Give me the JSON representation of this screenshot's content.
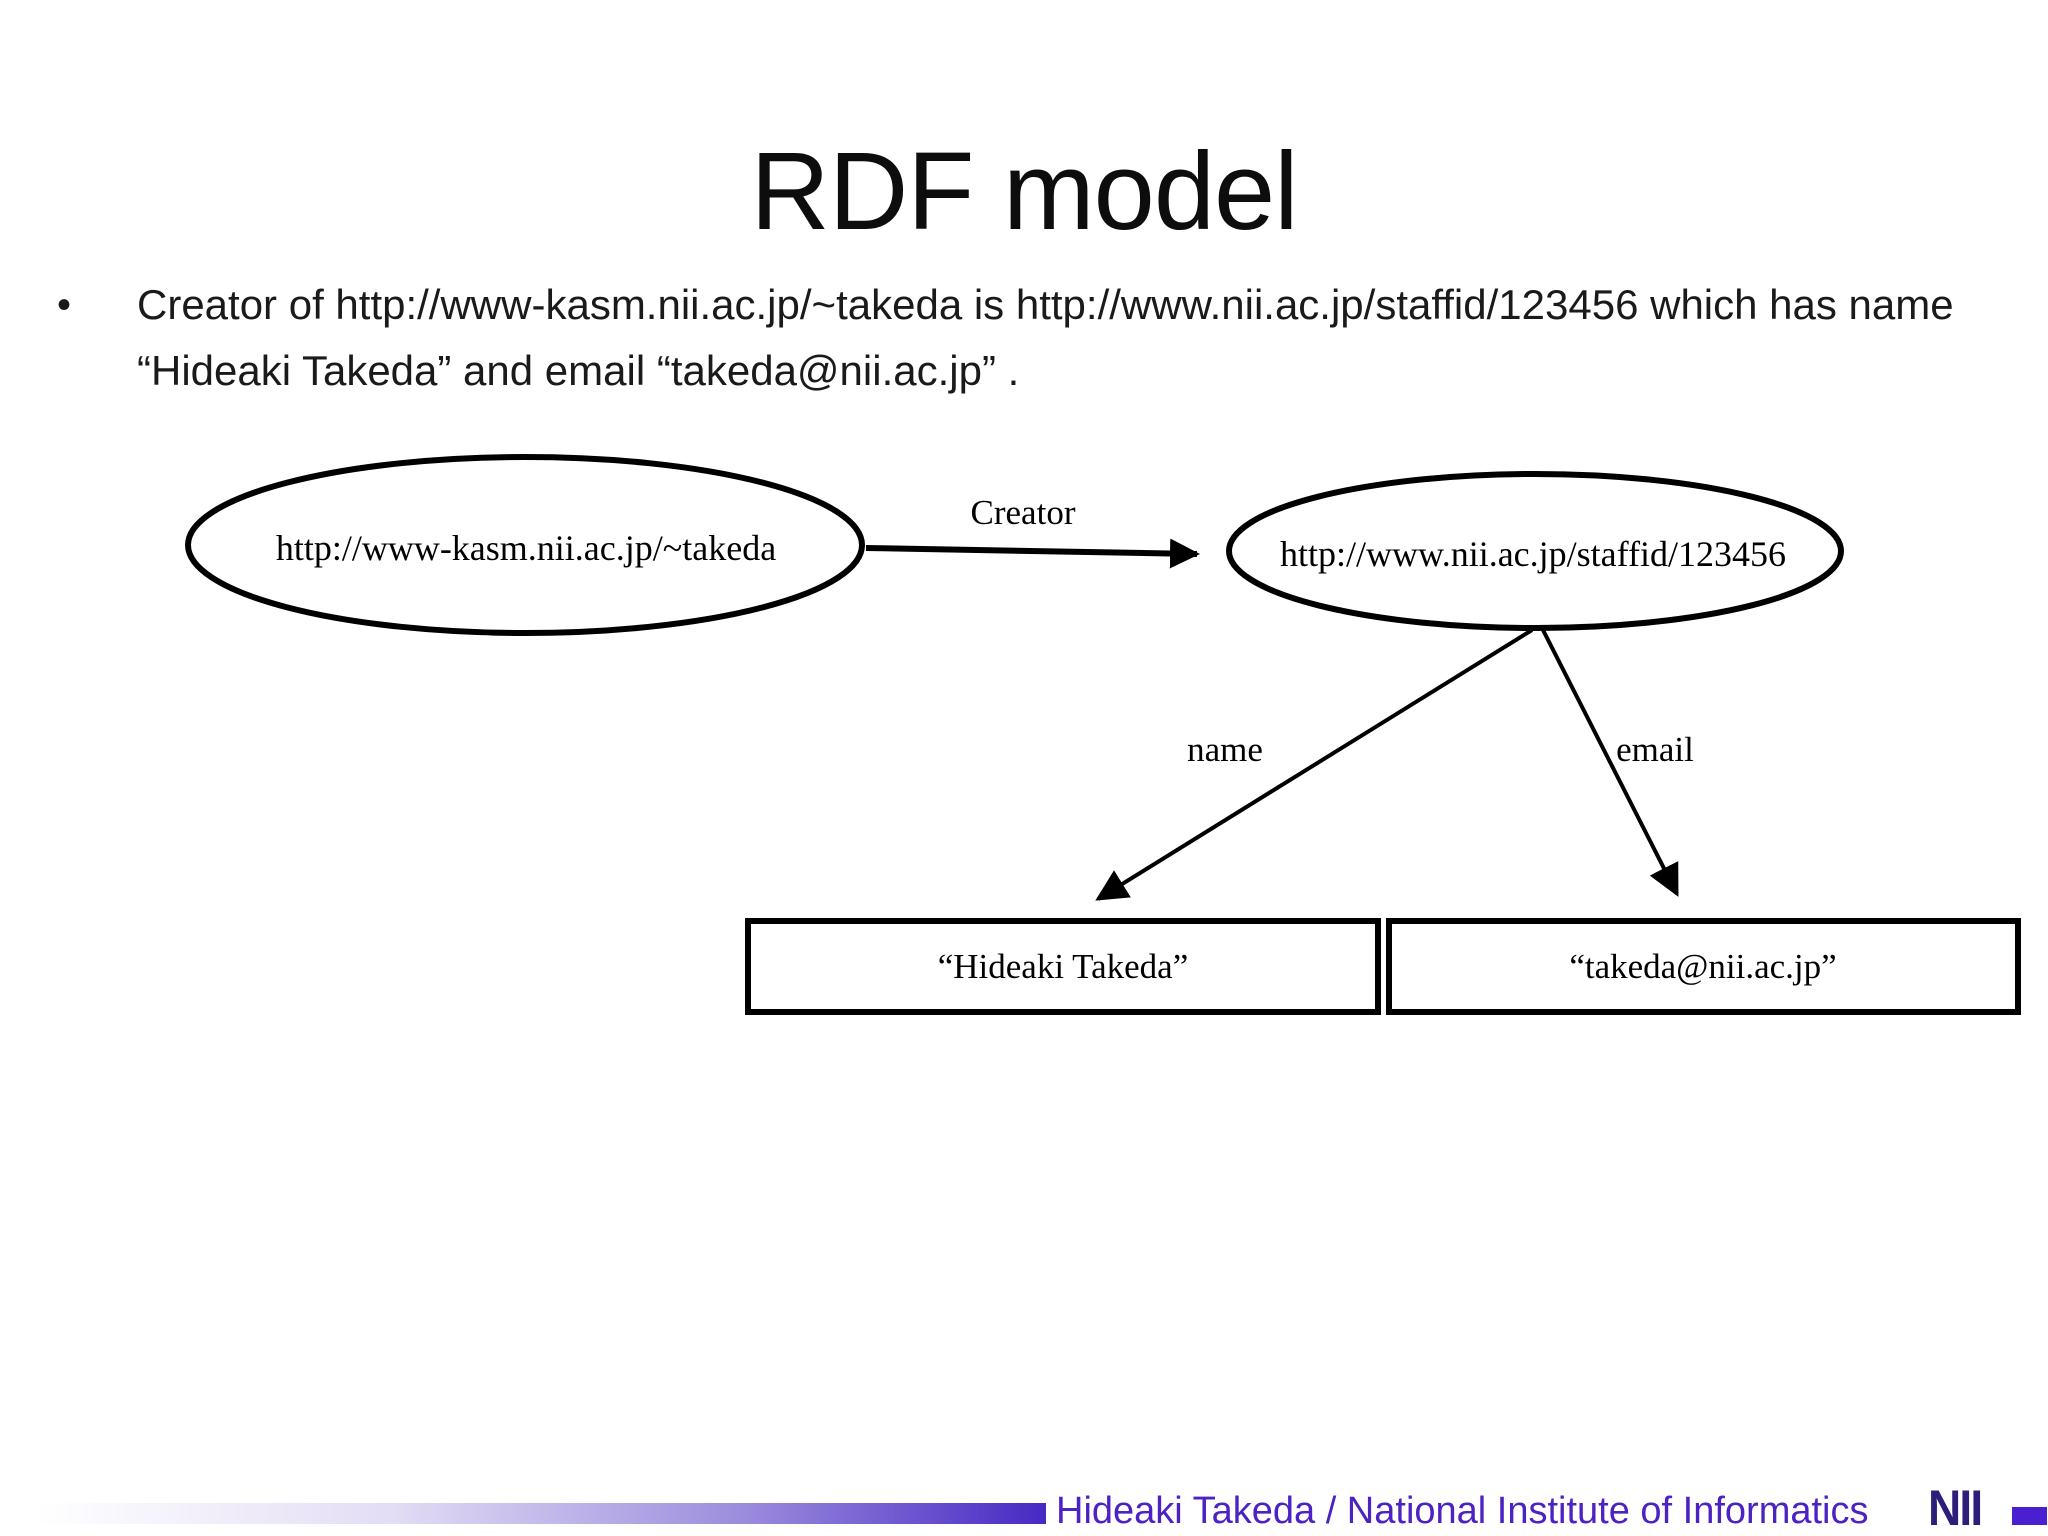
{
  "slide": {
    "title": "RDF model"
  },
  "bullet": {
    "marker": "•",
    "text": "Creator of http://www-kasm.nii.ac.jp/~takeda is http://www.nii.ac.jp/staffid/123456 which has name “Hideaki Takeda” and email “takeda@nii.ac.jp” ."
  },
  "diagram": {
    "nodes": {
      "subject": {
        "label": "http://www-kasm.nii.ac.jp/~takeda",
        "shape": "ellipse"
      },
      "resource": {
        "label": "http://www.nii.ac.jp/staffid/123456",
        "shape": "ellipse"
      },
      "name_literal": {
        "label": "“Hideaki Takeda”",
        "shape": "rectangle"
      },
      "email_literal": {
        "label": "“takeda@nii.ac.jp”",
        "shape": "rectangle"
      }
    },
    "edges": {
      "creator": {
        "label": "Creator",
        "from": "subject",
        "to": "resource"
      },
      "name": {
        "label": "name",
        "from": "resource",
        "to": "name_literal"
      },
      "email": {
        "label": "email",
        "from": "resource",
        "to": "email_literal"
      }
    },
    "ink_color": "#000000"
  },
  "footer": {
    "credit": "Hideaki Takeda / National Institute of Informatics",
    "logo_text": "NII",
    "colors": {
      "credit_text": "#4c22c4",
      "logo_text": "#2f1d7a",
      "logo_square": "#4a1fd0",
      "bar_gradient_end": "#4629c4"
    }
  }
}
